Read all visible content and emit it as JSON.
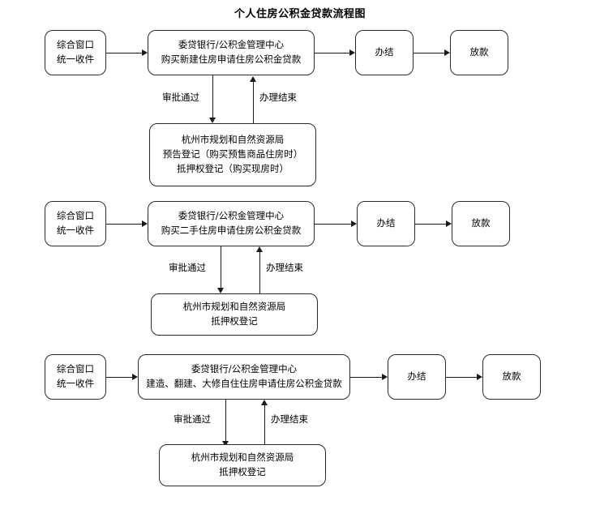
{
  "title": "个人住房公积金贷款流程图",
  "colors": {
    "line": "#1a1a1a",
    "box_border": "#2b2b2b",
    "background": "#ffffff",
    "text": "#000000"
  },
  "labels": {
    "approved": "审批通过",
    "completed": "办理结束"
  },
  "flows": [
    {
      "id": "new-housing",
      "intake": {
        "line1": "综合窗口",
        "line2": "统一收件"
      },
      "main": {
        "line1": "委贷银行/公积金管理中心",
        "line2": "购买新建住房申请住房公积金贷款"
      },
      "registry": {
        "line1": "杭州市规划和自然资源局",
        "line2": "预告登记（购买预售商品住房时）",
        "line3": "抵押权登记（购买现房时）"
      },
      "settle": "办结",
      "disburse": "放款",
      "down_label": "审批通过",
      "up_label": "办理结束"
    },
    {
      "id": "second-hand-housing",
      "intake": {
        "line1": "综合窗口",
        "line2": "统一收件"
      },
      "main": {
        "line1": "委贷银行/公积金管理中心",
        "line2": "购买二手住房申请住房公积金贷款"
      },
      "registry": {
        "line1": "杭州市规划和自然资源局",
        "line2": "抵押权登记"
      },
      "settle": "办结",
      "disburse": "放款",
      "down_label": "审批通过",
      "up_label": "办理结束"
    },
    {
      "id": "self-build-housing",
      "intake": {
        "line1": "综合窗口",
        "line2": "统一收件"
      },
      "main": {
        "line1": "委贷银行/公积金管理中心",
        "line2": "建造、翻建、大修自住住房申请住房公积金贷款"
      },
      "registry": {
        "line1": "杭州市规划和自然资源局",
        "line2": "抵押权登记"
      },
      "settle": "办结",
      "disburse": "放款",
      "down_label": "审批通过",
      "up_label": "办理结束"
    }
  ]
}
